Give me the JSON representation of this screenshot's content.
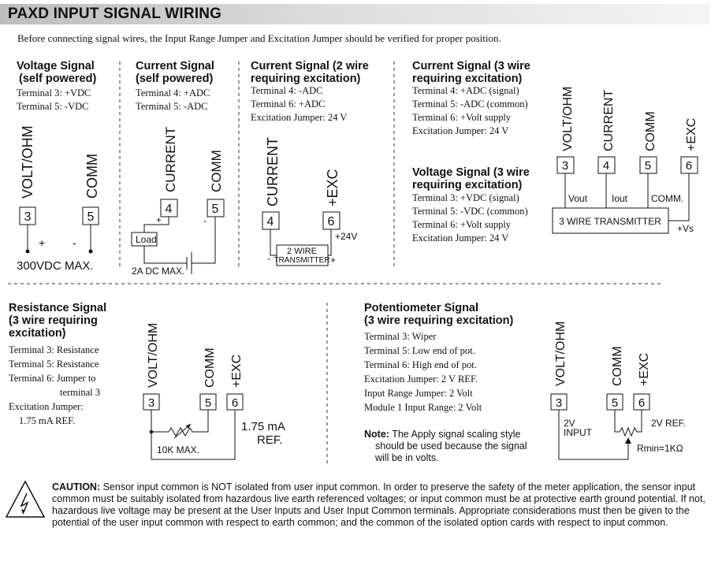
{
  "page_title": "PAXD INPUT SIGNAL WIRING",
  "intro": "Before connecting signal wires, the Input Range Jumper and Excitation Jumper should be verified for proper position.",
  "voltage_self": {
    "title": [
      "Voltage Signal",
      "(self powered)"
    ],
    "lines": [
      "Terminal 3: +VDC",
      "Terminal 5: -VDC"
    ],
    "labels": {
      "volt": "VOLT/OHM",
      "comm": "COMM",
      "t3": "3",
      "t5": "5",
      "plus": "+",
      "minus": "-",
      "max": "300VDC MAX."
    }
  },
  "current_self": {
    "title": [
      "Current Signal",
      "(self powered)"
    ],
    "lines": [
      "Terminal 4: +ADC",
      "Terminal 5: -ADC"
    ],
    "labels": {
      "current": "CURRENT",
      "comm": "COMM",
      "t4": "4",
      "t5": "5",
      "plus": "+",
      "minus": "-",
      "load": "Load",
      "max": "2A DC MAX."
    }
  },
  "current_2wire": {
    "title": [
      "Current Signal (2 wire",
      "requiring excitation)"
    ],
    "lines": [
      "Terminal 4: -ADC",
      "Terminal 6: +ADC",
      "Excitation Jumper: 24 V"
    ],
    "labels": {
      "current": "CURRENT",
      "exc": "+EXC",
      "t4": "4",
      "t6": "6",
      "v24": "+24V",
      "box1": "2 WIRE",
      "box2": "TRANSMITTER",
      "minus": "-",
      "plus": "+"
    }
  },
  "current_3wire": {
    "title": [
      "Current Signal (3 wire",
      "requiring excitation)"
    ],
    "lines": [
      "Terminal 4: +ADC (signal)",
      "Terminal 5: -ADC (common)",
      "Terminal 6: +Volt supply",
      "Excitation Jumper: 24 V"
    ]
  },
  "voltage_3wire": {
    "title": [
      "Voltage Signal (3 wire",
      "requiring excitation)"
    ],
    "lines": [
      "Terminal 3: +VDC (signal)",
      "Terminal 5: -VDC (common)",
      "Terminal 6: +Volt supply",
      "Excitation Jumper: 24 V"
    ]
  },
  "transmitter_3wire": {
    "labels": {
      "volt": "VOLT/OHM",
      "current": "CURRENT",
      "comm": "COMM",
      "exc": "+EXC",
      "t3": "3",
      "t4": "4",
      "t5": "5",
      "t6": "6",
      "vout": "Vout",
      "iout": "Iout",
      "commdot": "COMM.",
      "box": "3 WIRE TRANSMITTER",
      "vs": "+Vs"
    }
  },
  "resistance": {
    "title": [
      "Resistance Signal",
      "(3 wire requiring",
      "excitation)"
    ],
    "lines": [
      "Terminal 3: Resistance",
      "Terminal 5: Resistance",
      "Terminal 6: Jumper to",
      "terminal 3",
      "Excitation Jumper:",
      "1.75 mA REF."
    ],
    "labels": {
      "volt": "VOLT/OHM",
      "comm": "COMM",
      "exc": "+EXC",
      "t3": "3",
      "t5": "5",
      "t6": "6",
      "ma": "1.75 mA",
      "ref": "REF.",
      "max": "10K MAX."
    }
  },
  "potentiometer": {
    "title": [
      "Potentiometer Signal",
      "(3 wire requiring excitation)"
    ],
    "lines": [
      "Terminal 3: Wiper",
      "Terminal 5: Low end of pot.",
      "Terminal 6: High end of pot.",
      "Excitation Jumper: 2 V REF.",
      "Input Range Jumper: 2 Volt",
      "Module 1 Input Range: 2 Volt"
    ],
    "note_label": "Note:",
    "note_lines": [
      "The Apply signal scaling style",
      "should be used because the signal",
      "will be in volts."
    ],
    "labels": {
      "volt": "VOLT/OHM",
      "comm": "COMM",
      "exc": "+EXC",
      "t3": "3",
      "t5": "5",
      "t6": "6",
      "v2": "2V",
      "input": "INPUT",
      "ref": "2V REF.",
      "rmin": "Rmin=1KΩ"
    }
  },
  "caution": {
    "label": "CAUTION:",
    "text": "Sensor input common is NOT isolated from user input common. In order to preserve the safety of the meter application, the sensor input common must be suitably isolated from hazardous live earth referenced voltages; or input common must be at protective earth ground potential. If not, hazardous live voltage may be present at the User Inputs and User Input Common terminals. Appropriate considerations must then be given to the potential of the user input common with respect to earth common; and the common of the isolated option cards with respect to input common."
  }
}
